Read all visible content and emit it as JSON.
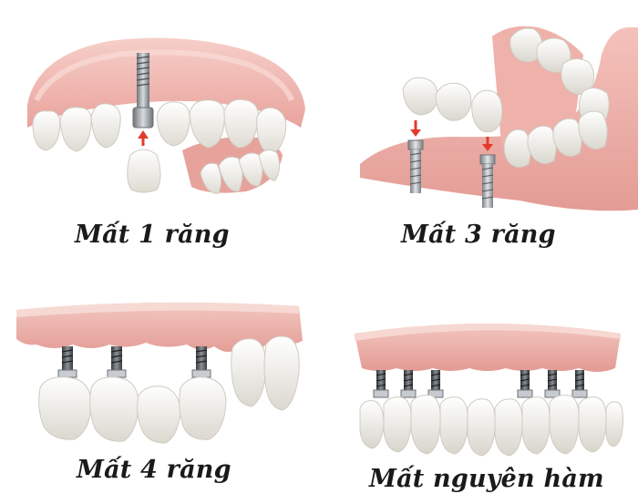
{
  "captions": {
    "single": "Mất 1 răng",
    "three": "Mất 3 răng",
    "four": "Mất 4 răng",
    "full": "Mất nguyên hàm"
  },
  "colors": {
    "gum": "#f2b9b2",
    "gum_dark": "#d98a86",
    "tooth": "#f7f6f0",
    "tooth_shadow": "#d9d6cc",
    "implant_metal": "#9ea3a8",
    "implant_dark": "#2e3134",
    "arrow": "#e23b2e"
  },
  "icons": {
    "panel_single": "upper-jaw-single-implant-illustration",
    "panel_three": "lower-jaw-bridge-implant-illustration",
    "panel_four": "upper-jaw-four-implant-bridge-illustration",
    "panel_full": "full-arch-implant-illustration"
  }
}
